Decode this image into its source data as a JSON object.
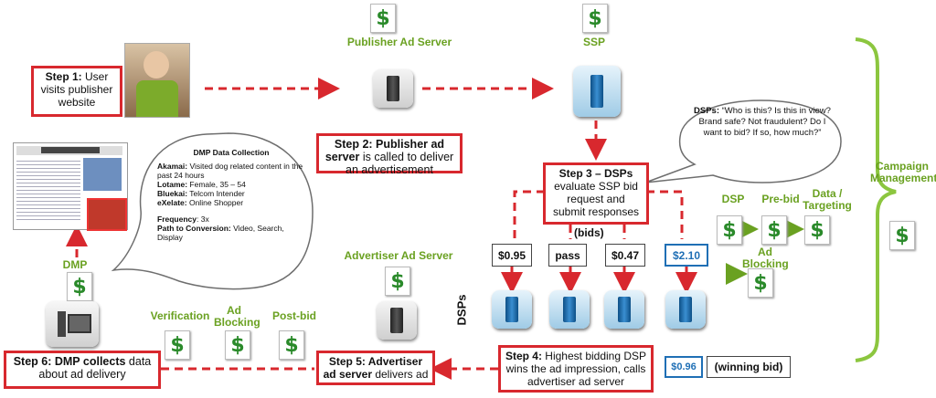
{
  "colors": {
    "red": "#d8282e",
    "green": "#6aa121",
    "blue_bid": "#1f6fb5"
  },
  "labels": {
    "publisher_ad_server": "Publisher Ad Server",
    "ssp": "SSP",
    "dmp": "DMP",
    "advertiser_ad_server": "Advertiser Ad Server",
    "verification": "Verification",
    "ad_blocking": "Ad Blocking",
    "post_bid": "Post-bid",
    "dsp": "DSP",
    "pre_bid": "Pre-bid",
    "data_targeting": "Data / Targeting",
    "ad_blocking_right": "Ad Blocking",
    "campaign_management": "Campaign Management",
    "dsps_vertical": "DSPs",
    "bids": "(bids)",
    "winning_bid": "(winning bid)"
  },
  "steps": {
    "step1_bold": "Step 1:",
    "step1_rest": " User visits publisher website",
    "step2_bold": "Step 2:  Publisher ad server",
    "step2_rest": " is called to deliver an advertisement",
    "step3_bold": "Step 3 – ",
    "step3_bold2": "DSPs",
    "step3_rest": " evaluate SSP bid request and submit responses",
    "step4_bold": "Step 4:",
    "step4_rest": " Highest bidding DSP wins the ad impression, calls advertiser ad server",
    "step5_bold": "Step 5:  Advertiser ad server",
    "step5_rest": " delivers ad",
    "step6_bold": "Step 6:  DMP collects",
    "step6_rest": " data about ad delivery"
  },
  "bids": {
    "b1": "$0.95",
    "b2": "pass",
    "b3": "$0.47",
    "b4": "$2.10",
    "winning": "$0.96"
  },
  "dmp_bubble": {
    "title": "DMP Data Collection",
    "akamai_k": "Akamai:",
    "akamai_v": " Visited dog related content in the past 24 hours",
    "lotame_k": "Lotame:",
    "lotame_v": " Female, 35 – 54",
    "bluekai_k": "Bluekai:",
    "bluekai_v": " Telcom Intender",
    "exelate_k": "eXelate:",
    "exelate_v": " Online Shopper",
    "frequency_k": "Frequency",
    "frequency_v": ": 3x",
    "path_k": "Path to Conversion:",
    "path_v": " Video, Search, Display"
  },
  "dsp_bubble": {
    "k": "DSPs:",
    "v": " “Who is this? Is this in view? Brand safe? Not fraudulent? Do I want to bid? If so, how much?”"
  },
  "dollar_glyph": "$"
}
